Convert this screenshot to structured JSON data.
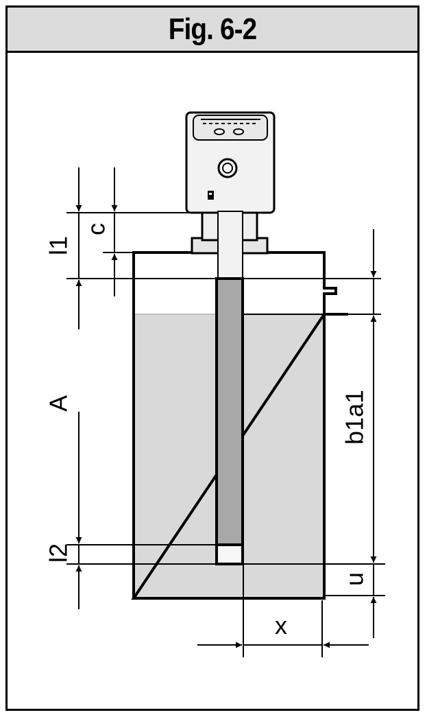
{
  "figure": {
    "title": "Fig. 6-2"
  },
  "labels": {
    "l1": "l1",
    "c": "c",
    "A": "A",
    "l2": "l2",
    "b1a1": "b1a1",
    "u": "u",
    "x": "x"
  },
  "colors": {
    "frame": "#000000",
    "title_bg": "#dcdcdc",
    "liquid": "#d9d9d9",
    "probe_rod": "#a8a8a8",
    "sensor_body": "#f2f2f2"
  }
}
